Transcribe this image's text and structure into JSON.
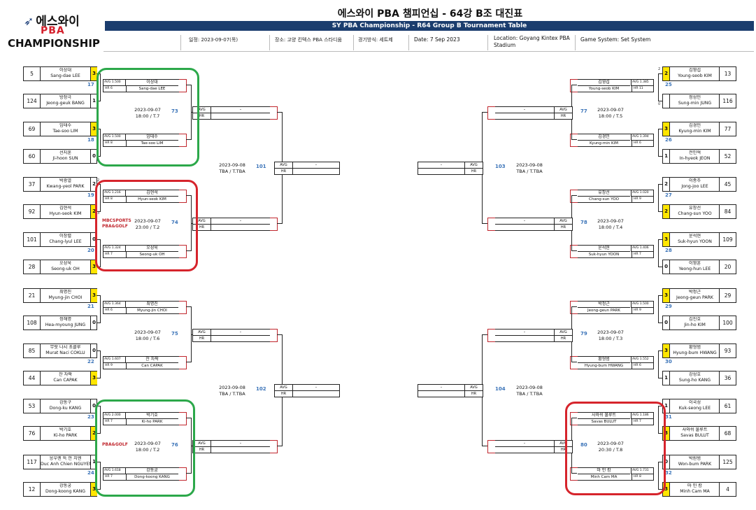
{
  "header": {
    "logo_top": "에스와이",
    "logo_pba": "PBA",
    "logo_champ": "CHAMPIONSHIP",
    "title": "에스와이 PBA 챔피언십 - 64강 B조 대진표",
    "subtitle": "SY PBA Championship - R64 Group B Tournament Table",
    "info_date_kr": "일정: 2023-09-07(목)",
    "info_venue_kr": "장소: 고양 킨텍스 PBA 스타디움",
    "info_system_kr": "경기방식: 세트제",
    "info_date_en": "Date: 7 Sep 2023",
    "info_location_en_1": "Location: Goyang Kintex PBA",
    "info_location_en_2": "Stadium",
    "info_system_en": "Game System: Set System"
  },
  "labels": {
    "avg": "AVG",
    "hr": "HR",
    "dash": "-",
    "sponsor1": "MBCSPORTS",
    "sponsor2": "PBA&GOLF"
  },
  "left_players": [
    {
      "seed": "5",
      "kr": "이상대",
      "en": "Sang-dae LEE",
      "score": "3",
      "win": true
    },
    {
      "seed": "124",
      "kr": "방정극",
      "en": "Jeong-geuk BANG",
      "score": "1",
      "win": false
    },
    {
      "seed": "69",
      "kr": "임태수",
      "en": "Tae-soo LIM",
      "score": "3",
      "win": true
    },
    {
      "seed": "60",
      "kr": "선지훈",
      "en": "Ji-hoon SUN",
      "score": "0",
      "win": false
    },
    {
      "seed": "37",
      "kr": "박광열",
      "en": "Kwang-yeol PARK",
      "score": "2",
      "win": false
    },
    {
      "seed": "92",
      "kr": "김현석",
      "en": "Hyun-seok KIM",
      "score": "2",
      "win": true
    },
    {
      "seed": "101",
      "kr": "이창렬",
      "en": "Chang-lyul LEE",
      "score": "0",
      "win": false
    },
    {
      "seed": "28",
      "kr": "오성욱",
      "en": "Seong-uk OH",
      "score": "3",
      "win": true
    },
    {
      "seed": "21",
      "kr": "최명진",
      "en": "Myung-jin CHOI",
      "score": "3",
      "win": true
    },
    {
      "seed": "108",
      "kr": "정해명",
      "en": "Hea-myoung JUNG",
      "score": "0",
      "win": false
    },
    {
      "seed": "85",
      "kr": "무랏 나시 초클루",
      "en": "Murat Naci COKLU",
      "score": "0",
      "win": false
    },
    {
      "seed": "44",
      "kr": "찬 차팍",
      "en": "Can CAPAK",
      "score": "3",
      "win": true
    },
    {
      "seed": "53",
      "kr": "강동구",
      "en": "Dong-ku KANG",
      "score": "0",
      "win": false
    },
    {
      "seed": "76",
      "kr": "박기호",
      "en": "Ki-ho PARK",
      "score": "2",
      "win": true
    },
    {
      "seed": "117",
      "kr": "응우옌 득 안 치엔",
      "en": "Duc Anh Chien NGUYEN",
      "score": "1",
      "win": false
    },
    {
      "seed": "12",
      "kr": "강동궁",
      "en": "Dong-koong KANG",
      "score": "3",
      "win": true
    }
  ],
  "right_players": [
    {
      "seed": "13",
      "kr": "김영섭",
      "en": "Young-seob KIM",
      "score": "2",
      "win": true
    },
    {
      "seed": "116",
      "kr": "정성민",
      "en": "Sung-min JUNG",
      "score": "",
      "win": false
    },
    {
      "seed": "77",
      "kr": "김경민",
      "en": "Kyung-min KIM",
      "score": "3",
      "win": true
    },
    {
      "seed": "52",
      "kr": "전인혁",
      "en": "In-hyeok JEON",
      "score": "1",
      "win": false
    },
    {
      "seed": "45",
      "kr": "이종주",
      "en": "Jong-joo LEE",
      "score": "2",
      "win": false
    },
    {
      "seed": "84",
      "kr": "유창선",
      "en": "Chang-sun YOO",
      "score": "2",
      "win": true
    },
    {
      "seed": "109",
      "kr": "윤석현",
      "en": "Suk-hyun YOON",
      "score": "3",
      "win": true
    },
    {
      "seed": "20",
      "kr": "이영훈",
      "en": "Yeong-hun LEE",
      "score": "0",
      "win": false
    },
    {
      "seed": "29",
      "kr": "박정근",
      "en": "Jeong-geun PARK",
      "score": "3",
      "win": true
    },
    {
      "seed": "100",
      "kr": "김진호",
      "en": "Jin-ho KIM",
      "score": "0",
      "win": false
    },
    {
      "seed": "93",
      "kr": "황형범",
      "en": "Hyung-bum HWANG",
      "score": "3",
      "win": true
    },
    {
      "seed": "36",
      "kr": "강성호",
      "en": "Sung-ho KANG",
      "score": "1",
      "win": false
    },
    {
      "seed": "61",
      "kr": "이국성",
      "en": "Kuk-seong LEE",
      "score": "1",
      "win": false
    },
    {
      "seed": "68",
      "kr": "사와쉬 불루트",
      "en": "Savas BULUT",
      "score": "3",
      "win": true
    },
    {
      "seed": "125",
      "kr": "박원범",
      "en": "Won-bum PARK",
      "score": "0",
      "win": false
    },
    {
      "seed": "4",
      "kr": "마 민 캄",
      "en": "Minh Cam MA",
      "score": "3",
      "win": true
    }
  ],
  "left_match_nums": [
    "17",
    "18",
    "19",
    "20",
    "21",
    "22",
    "23",
    "24"
  ],
  "right_match_nums": [
    "25",
    "26",
    "27",
    "28",
    "29",
    "30",
    "31",
    "32"
  ],
  "left_cards": [
    {
      "avg": "AVG 1.500",
      "hr": "HR 6",
      "kr": "이상대",
      "en": "Sang-dae LEE"
    },
    {
      "avg": "AVG 1.500",
      "hr": "HR 8",
      "kr": "임태수",
      "en": "Tae-soo LIM"
    },
    {
      "avg": "AVG 1.216",
      "hr": "HR 8",
      "kr": "김현석",
      "en": "Hyun-seok KIM"
    },
    {
      "avg": "AVG 1.324",
      "hr": "HR 7",
      "kr": "오성욱",
      "en": "Seong-uk OH"
    },
    {
      "avg": "AVG 1.364",
      "hr": "HR 6",
      "kr": "최명진",
      "en": "Myung-jin CHOI"
    },
    {
      "avg": "AVG 1.607",
      "hr": "HR 9",
      "kr": "찬 차팍",
      "en": "Can CAPAK"
    },
    {
      "avg": "AVG 2.000",
      "hr": "HR 7",
      "kr": "박기호",
      "en": "Ki-ho PARK"
    },
    {
      "avg": "AVG 1.618",
      "hr": "HR 7",
      "kr": "강동궁",
      "en": "Dong-koong KANG"
    }
  ],
  "right_cards": [
    {
      "avg": "AVG 1.385",
      "hr": "HR 11",
      "kr": "김영섭",
      "en": "Young-seob KIM"
    },
    {
      "avg": "AVG 1.394",
      "hr": "HR 6",
      "kr": "김경민",
      "en": "Kyung-min KIM"
    },
    {
      "avg": "AVG 1.020",
      "hr": "HR 9",
      "kr": "유창선",
      "en": "Chang-sun YOO"
    },
    {
      "avg": "AVG 1.406",
      "hr": "HR 7",
      "kr": "윤석현",
      "en": "Suk-hyun YOON"
    },
    {
      "avg": "AVG 1.500",
      "hr": "HR 9",
      "kr": "박정근",
      "en": "Jeong-geun PARK"
    },
    {
      "avg": "AVG 1.552",
      "hr": "HR 6",
      "kr": "황형범",
      "en": "Hyung-bum HWANG"
    },
    {
      "avg": "AVG 1.186",
      "hr": "HR 7",
      "kr": "사와쉬 불루트",
      "en": "Savas BULUT"
    },
    {
      "avg": "AVG 1.731",
      "hr": "HR 8",
      "kr": "마 민 캄",
      "en": "Minh Cam MA"
    }
  ],
  "r32": {
    "left": [
      {
        "num": "73",
        "date": "2023-09-07",
        "time": "18:00 / T.7"
      },
      {
        "num": "74",
        "date": "2023-09-07",
        "time": "23:00 / T.2"
      },
      {
        "num": "75",
        "date": "2023-09-07",
        "time": "18:00 / T.6"
      },
      {
        "num": "76",
        "date": "2023-09-07",
        "time": "18:00 / T.2"
      }
    ],
    "right": [
      {
        "num": "77",
        "date": "2023-09-07",
        "time": "18:00 / T.5"
      },
      {
        "num": "78",
        "date": "2023-09-07",
        "time": "18:00 / T.4"
      },
      {
        "num": "79",
        "date": "2023-09-07",
        "time": "18:00 / T.3"
      },
      {
        "num": "80",
        "date": "2023-09-07",
        "time": "20:30 / T.8"
      }
    ]
  },
  "r16": {
    "left": [
      {
        "num": "101",
        "date": "2023-09-08",
        "time": "TBA / T.TBA"
      },
      {
        "num": "102",
        "date": "2023-09-08",
        "time": "TBA / T.TBA"
      }
    ],
    "right": [
      {
        "num": "103",
        "date": "2023-09-08",
        "time": "TBA / T.TBA"
      },
      {
        "num": "104",
        "date": "2023-09-08",
        "time": "TBA / T.TBA"
      }
    ]
  },
  "side_marks": {
    "top_right_a": "2",
    "top_right_b": "0",
    "left_19a": "2",
    "left_19b": "3"
  }
}
